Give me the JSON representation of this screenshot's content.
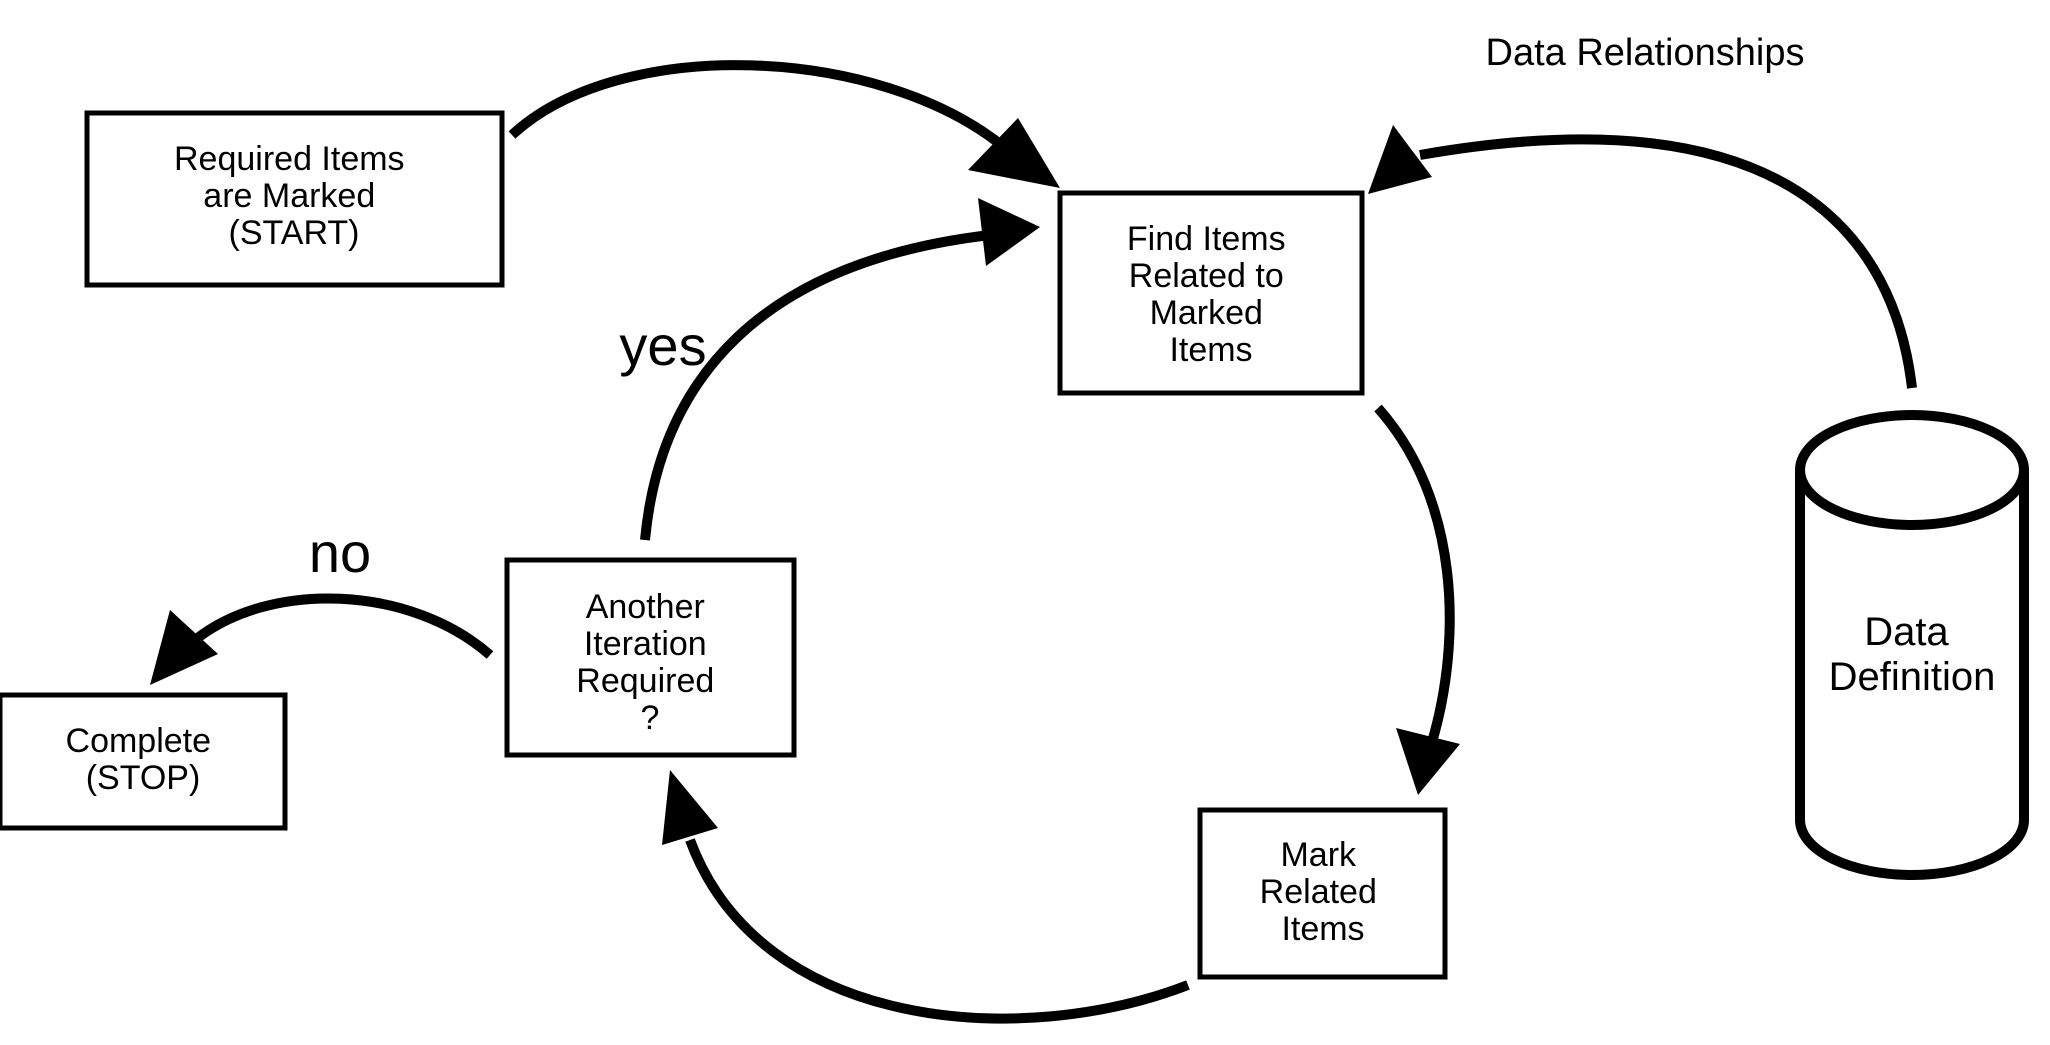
{
  "nodes": {
    "start": {
      "lines": [
        "Required Items",
        "are Marked",
        "(START)"
      ]
    },
    "find": {
      "lines": [
        "Find Items",
        "Related to",
        "Marked",
        "Items"
      ]
    },
    "mark": {
      "lines": [
        "Mark",
        "Related",
        "Items"
      ]
    },
    "another": {
      "lines": [
        "Another",
        "Iteration",
        "Required",
        "?"
      ]
    },
    "complete": {
      "lines": [
        "Complete",
        "(STOP)"
      ]
    },
    "database": {
      "lines": [
        "Data",
        "Definition"
      ]
    }
  },
  "labels": {
    "data_relationships": "Data Relationships",
    "yes": "yes",
    "no": "no"
  }
}
